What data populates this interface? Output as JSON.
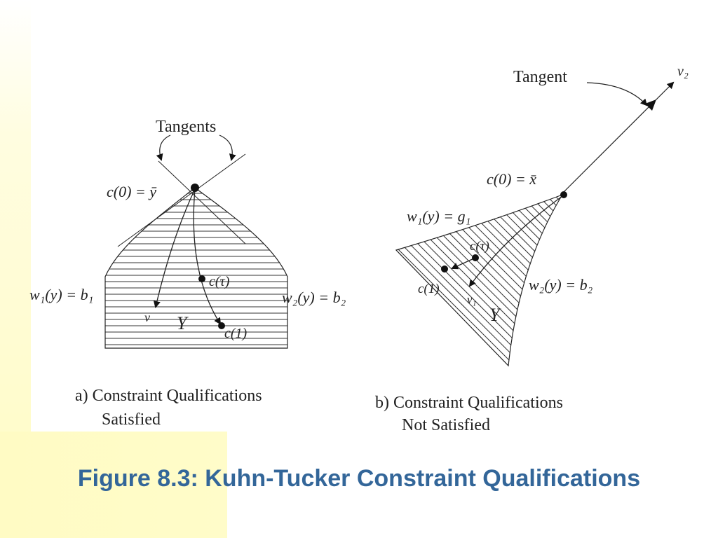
{
  "caption": "Figure 8.3: Kuhn-Tucker Constraint Qualifications",
  "panel_a": {
    "tangents_label": "Tangents",
    "point_label": "c(0) = ȳ",
    "left_constraint": "w₁(y) = b₁",
    "right_constraint": "w₂(y) = b₂",
    "c_tau": "c(τ)",
    "c_one": "c(1)",
    "v_label": "v",
    "region_label": "Y",
    "subtitle_line1": "a) Constraint Qualifications",
    "subtitle_line2": "Satisfied"
  },
  "panel_b": {
    "tangent_label": "Tangent",
    "v2_label": "v₂",
    "point_label": "c(0) = x̄",
    "left_constraint": "w₁(y) = g₁",
    "right_constraint": "w₂(y) = b₂",
    "c_tau": "c(τ)",
    "c_one": "c(1)",
    "v1_label": "v₁",
    "region_label": "Y",
    "subtitle_line1": "b) Constraint Qualifications",
    "subtitle_line2": "Not Satisfied"
  },
  "colors": {
    "caption": "#336699",
    "accent_yellow": "#fffbc4",
    "ink": "#222222"
  }
}
